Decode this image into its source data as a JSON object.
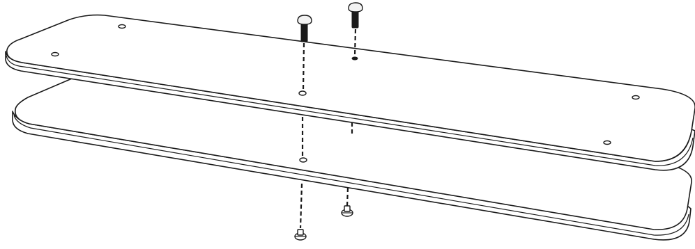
{
  "figure": {
    "description_label": "",
    "components": {
      "plates": [
        "upper-plate",
        "lower-plate"
      ],
      "bolts": [
        "bolt-left",
        "bolt-right"
      ],
      "nuts": [
        "nut-left",
        "nut-right"
      ]
    },
    "colors": {
      "line": "#1a1a1a",
      "fill": "#ffffff",
      "bolt_head": "#f2f2f2"
    }
  }
}
